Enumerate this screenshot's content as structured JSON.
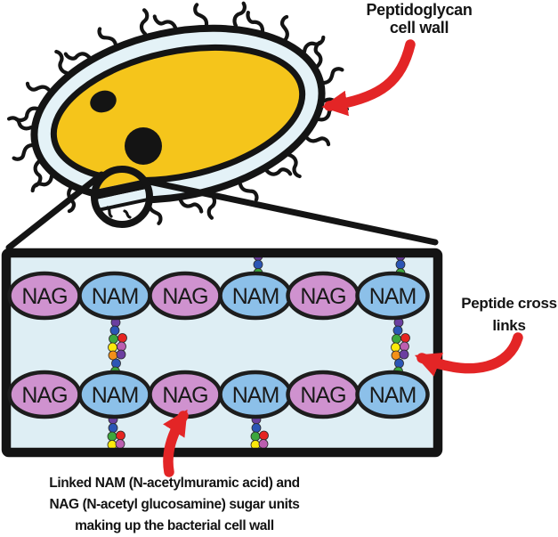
{
  "labels": {
    "cell_wall": {
      "line1": "Peptidoglycan",
      "line2": "cell wall"
    },
    "cross_links": {
      "line1": "Peptide cross",
      "line2": "links"
    },
    "caption": {
      "line1": "Linked NAM (N-acetylmuramic acid) and",
      "line2": "NAG (N-acetyl glucosamine) sugar units",
      "line3": "making up the bacterial cell wall"
    }
  },
  "units": {
    "row1": [
      "NAG",
      "NAM",
      "NAG",
      "NAM",
      "NAG",
      "NAM"
    ],
    "row2": [
      "NAG",
      "NAM",
      "NAG",
      "NAM",
      "NAG",
      "NAM"
    ]
  },
  "peptide_chain_colors": {
    "above_top_row": [
      "purple",
      "blue",
      "green"
    ],
    "between_rows": [
      "purple",
      "blue",
      "green",
      "red",
      "yellow",
      "magenta",
      "orange",
      "purple",
      "blue",
      "green"
    ],
    "below_bottom_row": [
      "purple",
      "blue",
      "green",
      "red",
      "yellow",
      "magenta"
    ]
  },
  "colors": {
    "red": "#e32526",
    "cytoplasm": "#f5c51b",
    "wall": "#e4f2f7",
    "box_bg": "#deeef4",
    "nag": "#cf92cf",
    "nam": "#8cc0e9",
    "outline": "#141414",
    "bead_purple": "#6b3fa0",
    "bead_blue": "#2b55b5",
    "bead_green": "#3da73d",
    "bead_red": "#e52521",
    "bead_yellow": "#fde90c",
    "bead_orange": "#f39019",
    "bead_magenta": "#bb5fb0"
  }
}
